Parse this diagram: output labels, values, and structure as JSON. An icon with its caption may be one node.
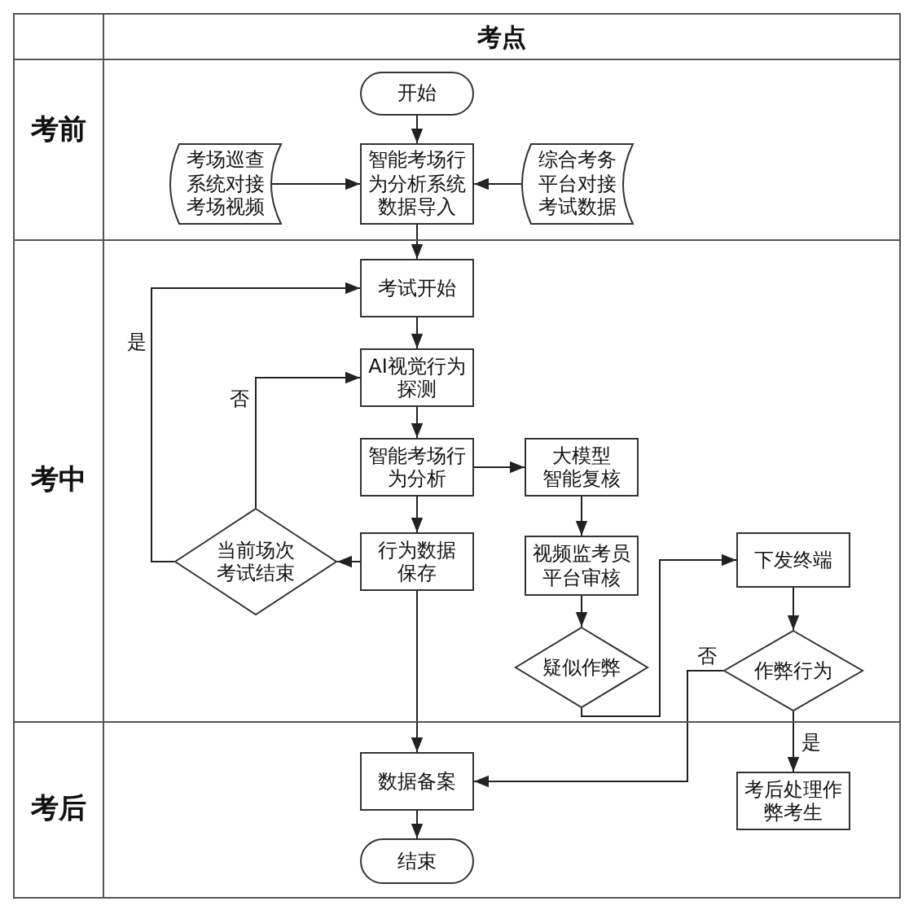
{
  "diagram": {
    "nodes": [
      {
        "text": [
          "考点"
        ]
      },
      {
        "text": [
          "考前"
        ]
      },
      {
        "text": [
          "开始"
        ],
        "in": 1
      },
      {
        "text": [
          "考场巡查系统对接考场视频"
        ],
        "in": 1
      },
      {
        "text": [
          "智能考场行为分析系统数据导入"
        ],
        "in": 1
      },
      {
        "text": [
          "综合考务平台对接考试数据"
        ],
        "in": 1
      },
      {
        "text": [
          "考中"
        ]
      },
      {
        "text": [
          "考试开始"
        ],
        "in": 6
      },
      {
        "text": [
          "AI视觉行为探测"
        ],
        "in": 6
      },
      {
        "text": [
          "智能考场行为分析"
        ],
        "in": 6
      },
      {
        "text": [
          "大模型智能复核"
        ],
        "in": 6
      },
      {
        "text": [
          "当前场次考试结束"
        ],
        "in": 6
      },
      {
        "text": [
          "行为数据保存"
        ],
        "in": 6
      },
      {
        "text": [
          "视频监考员平台审核"
        ],
        "in": 6
      },
      {
        "text": [
          "下发终端"
        ],
        "in": 6
      },
      {
        "text": [
          "疑似作弊"
        ],
        "in": 6
      },
      {
        "text": [
          "作弊行为"
        ],
        "in": 6
      },
      {
        "text": [
          "考后"
        ]
      },
      {
        "text": [
          "数据备案"
        ],
        "in": 17
      },
      {
        "text": [
          "考后处理作弊考生"
        ],
        "in": 17
      },
      {
        "text": [
          "结束"
        ],
        "in": 17
      }
    ],
    "edges": [
      {
        "from": 2,
        "to": 4,
        "arrow": "to"
      },
      {
        "from": 3,
        "to": 4,
        "arrow": "to"
      },
      {
        "from": 5,
        "to": 4,
        "arrow": "to"
      },
      {
        "from": 4,
        "to": 7,
        "arrow": "to"
      },
      {
        "from": 7,
        "to": 8,
        "arrow": "to"
      },
      {
        "from": 8,
        "to": 9,
        "arrow": "to"
      },
      {
        "from": 9,
        "to": 10,
        "arrow": "to"
      },
      {
        "from": 9,
        "to": 12,
        "arrow": "to"
      },
      {
        "from": 10,
        "to": 13,
        "arrow": "to"
      },
      {
        "from": 12,
        "to": 11,
        "arrow": "to"
      },
      {
        "from": 11,
        "to": 7,
        "arrow": "to",
        "label": "是"
      },
      {
        "from": 11,
        "to": 8,
        "arrow": "to",
        "label": "否"
      },
      {
        "from": 13,
        "to": 15,
        "arrow": "to"
      },
      {
        "from": 15,
        "to": 14,
        "arrow": "to"
      },
      {
        "from": 14,
        "to": 16,
        "arrow": "to"
      },
      {
        "from": 16,
        "to": 18,
        "arrow": "to",
        "label": "否"
      },
      {
        "from": 16,
        "to": 19,
        "arrow": "to",
        "label": "是"
      },
      {
        "from": 12,
        "to": 18,
        "arrow": "to"
      },
      {
        "from": 18,
        "to": 20,
        "arrow": "to"
      }
    ]
  }
}
